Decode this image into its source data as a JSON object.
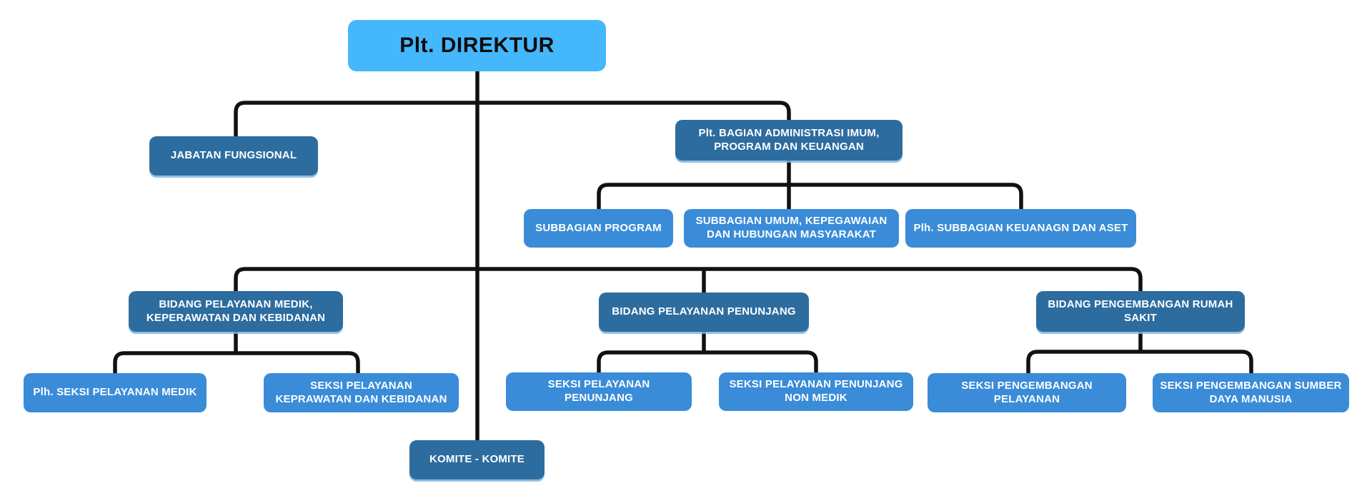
{
  "diagram": {
    "type": "org-chart",
    "root_title": "Plt. DIREKTUR",
    "nodes": {
      "direktur": {
        "label": "Plt. DIREKTUR",
        "level": "root"
      },
      "jabatan_fungsional": {
        "label": "JABATAN FUNGSIONAL",
        "level": "dark"
      },
      "bagian_administrasi": {
        "label": "Plt. BAGIAN ADMINISTRASI IMUM, PROGRAM DAN KEUANGAN",
        "level": "dark"
      },
      "subbagian_program": {
        "label": "SUBBAGIAN PROGRAM",
        "level": "medium"
      },
      "subbagian_umum": {
        "label": "SUBBAGIAN UMUM, KEPEGAWAIAN DAN HUBUNGAN MASYARAKAT",
        "level": "medium"
      },
      "subbagian_keuangan": {
        "label": "Plh. SUBBAGIAN KEUANAGN DAN ASET",
        "level": "medium"
      },
      "bidang_medik": {
        "label": "BIDANG PELAYANAN MEDIK, KEPERAWATAN DAN KEBIDANAN",
        "level": "dark"
      },
      "bidang_penunjang": {
        "label": "BIDANG PELAYANAN PENUNJANG",
        "level": "dark"
      },
      "bidang_pengembangan": {
        "label": "BIDANG PENGEMBANGAN RUMAH SAKIT",
        "level": "dark"
      },
      "seksi_medik": {
        "label": "Plh. SEKSI PELAYANAN MEDIK",
        "level": "medium"
      },
      "seksi_keperawatan": {
        "label": "SEKSI PELAYANAN KEPRAWATAN DAN KEBIDANAN",
        "level": "medium"
      },
      "seksi_penunjang": {
        "label": "SEKSI PELAYANAN PENUNJANG",
        "level": "medium"
      },
      "seksi_penunjang_non_medik": {
        "label": "SEKSI PELAYANAN PENUNJANG NON MEDIK",
        "level": "medium"
      },
      "seksi_pengembangan_pelayanan": {
        "label": "SEKSI PENGEMBANGAN PELAYANAN",
        "level": "medium"
      },
      "seksi_pengembangan_sdm": {
        "label": "SEKSI PENGEMBANGAN SUMBER DAYA MANUSIA",
        "level": "medium"
      },
      "komite": {
        "label": "KOMITE - KOMITE",
        "level": "dark"
      }
    },
    "edges": [
      [
        "direktur",
        "jabatan_fungsional"
      ],
      [
        "direktur",
        "bagian_administrasi"
      ],
      [
        "direktur",
        "bidang_medik"
      ],
      [
        "direktur",
        "bidang_penunjang"
      ],
      [
        "direktur",
        "bidang_pengembangan"
      ],
      [
        "direktur",
        "komite"
      ],
      [
        "bagian_administrasi",
        "subbagian_program"
      ],
      [
        "bagian_administrasi",
        "subbagian_umum"
      ],
      [
        "bagian_administrasi",
        "subbagian_keuangan"
      ],
      [
        "bidang_medik",
        "seksi_medik"
      ],
      [
        "bidang_medik",
        "seksi_keperawatan"
      ],
      [
        "bidang_penunjang",
        "seksi_penunjang"
      ],
      [
        "bidang_penunjang",
        "seksi_penunjang_non_medik"
      ],
      [
        "bidang_pengembangan",
        "seksi_pengembangan_pelayanan"
      ],
      [
        "bidang_pengembangan",
        "seksi_pengembangan_sdm"
      ]
    ],
    "colors": {
      "root_fill": "#45B7FC",
      "dark_fill": "#2D6C9F",
      "medium_fill": "#3A8CD8",
      "connector": "#111111",
      "root_text": "#0D0D0D",
      "node_text": "#FFFFFF",
      "background": "#FFFFFF"
    }
  }
}
